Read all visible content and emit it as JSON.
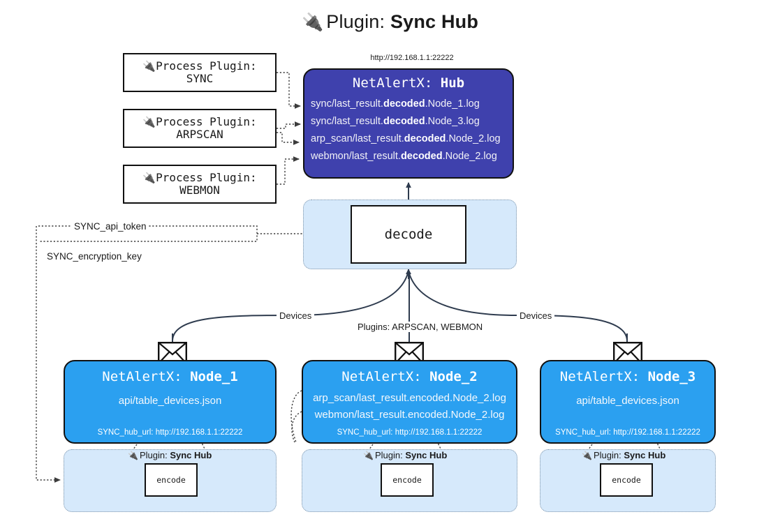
{
  "header": {
    "plug_icon": "plug-icon",
    "title_lead": "Plugin:",
    "title_strong": "Sync Hub",
    "hub_url": "http://192.168.1.1:22222"
  },
  "process_plugins": [
    {
      "line1": "Process Plugin:",
      "line2": "SYNC",
      "icon": "plug-icon"
    },
    {
      "line1": "Process Plugin:",
      "line2": "ARPSCAN",
      "icon": "plug-icon"
    },
    {
      "line1": "Process Plugin:",
      "line2": "WEBMON",
      "icon": "plug-icon"
    }
  ],
  "hub": {
    "title_prefix": "NetAlertX:",
    "title_name": "Hub",
    "logs": [
      {
        "pre": "sync/last_result.",
        "mid": "decoded",
        "post": ".Node_1.log"
      },
      {
        "pre": "sync/last_result.",
        "mid": "decoded",
        "post": ".Node_3.log"
      },
      {
        "pre": "arp_scan/last_result.",
        "mid": "decoded",
        "post": ".Node_2.log"
      },
      {
        "pre": "webmon/last_result.",
        "mid": "decoded",
        "post": ".Node_2.log"
      }
    ]
  },
  "decode": {
    "label": "decode"
  },
  "params": {
    "api_token": "SYNC_api_token",
    "encryption_key": "SYNC_encryption_key"
  },
  "edge_labels": {
    "devices_left": "Devices",
    "devices_right": "Devices",
    "plugins_center": "Plugins: ARPSCAN, WEBMON"
  },
  "nodes": [
    {
      "title_prefix": "NetAlertX:",
      "title_name": "Node_1",
      "lines": [
        "api/table_devices.json"
      ],
      "footer": "SYNC_hub_url: http://192.168.1.1:22222",
      "envelope_icon": "envelope-icon"
    },
    {
      "title_prefix": "NetAlertX:",
      "title_name": "Node_2",
      "lines": [
        "arp_scan/last_result.encoded.Node_2.log",
        "webmon/last_result.encoded.Node_2.log"
      ],
      "footer": "SYNC_hub_url: http://192.168.1.1:22222",
      "envelope_icon": "envelope-icon"
    },
    {
      "title_prefix": "NetAlertX:",
      "title_name": "Node_3",
      "lines": [
        "api/table_devices.json"
      ],
      "footer": "SYNC_hub_url: http://192.168.1.1:22222",
      "envelope_icon": "envelope-icon"
    }
  ],
  "encoders": [
    {
      "plugin_lead": "Plugin:",
      "plugin_name": "Sync Hub",
      "box_label": "encode",
      "icon": "plug-icon"
    },
    {
      "plugin_lead": "Plugin:",
      "plugin_name": "Sync Hub",
      "box_label": "encode",
      "icon": "plug-icon"
    },
    {
      "plugin_lead": "Plugin:",
      "plugin_name": "Sync Hub",
      "box_label": "encode",
      "icon": "plug-icon"
    }
  ],
  "colors": {
    "hub_fill": "#3f41ad",
    "node_fill": "#2ba0f0",
    "container_fill": "#d6e9fb",
    "stroke": "#111111",
    "dotted_stroke": "#3c3c3c"
  }
}
